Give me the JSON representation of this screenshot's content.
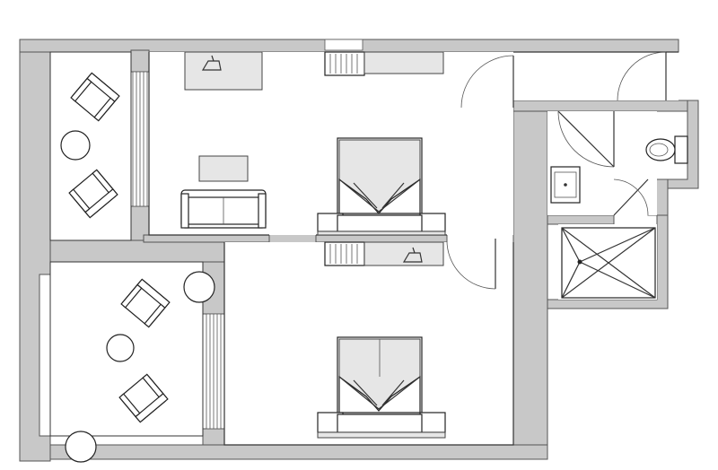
{
  "plan": {
    "rooms": [
      "balcony-upper",
      "balcony-lower",
      "bedroom-upper",
      "bedroom-lower",
      "bathroom",
      "shower",
      "entry"
    ],
    "colors": {
      "wall": "#c8c8c8",
      "outline": "#333333",
      "floor": "#ffffff",
      "furniture_shade": "#e6e6e6"
    }
  }
}
